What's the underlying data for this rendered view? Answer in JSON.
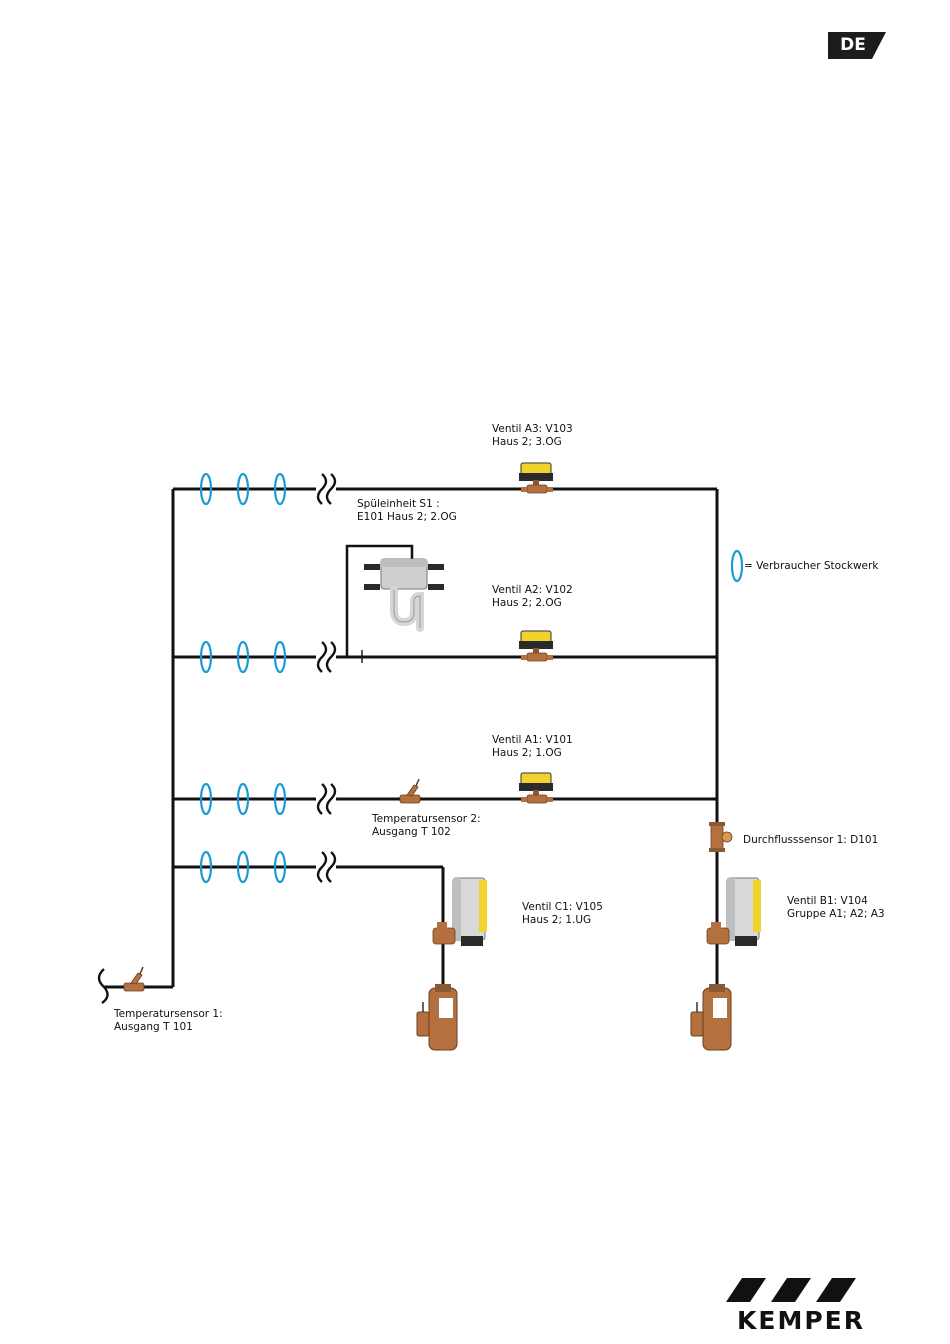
{
  "header": {
    "language_badge": "DE"
  },
  "legend": {
    "consumer_label": "= Verbraucher Stockwerk"
  },
  "components": {
    "ventil_a3": [
      "Ventil A3: V103",
      "Haus 2; 3.OG"
    ],
    "spueleinheit": [
      "Spüleinheit S1 :",
      "E101 Haus 2; 2.OG"
    ],
    "ventil_a2": [
      "Ventil A2: V102",
      "Haus 2; 2.OG"
    ],
    "ventil_a1": [
      "Ventil A1: V101",
      "Haus 2; 1.OG"
    ],
    "temp_sensor_2": [
      "Temperatursensor 2:",
      "Ausgang T 102"
    ],
    "flow_sensor": [
      "Durchflusssensor 1: D101"
    ],
    "ventil_c1": [
      "Ventil C1: V105",
      "Haus 2; 1.UG"
    ],
    "ventil_b1": [
      "Ventil B1: V104",
      "Gruppe A1; A2; A3"
    ],
    "temp_sensor_1": [
      "Temperatursensor 1:",
      "Ausgang T 101"
    ]
  },
  "footer": {
    "brand": "KEMPER"
  },
  "colors": {
    "pipe": "#111111",
    "consumer_ring": "#1a9bd7",
    "brass": "#b5703f",
    "actuator": "#f2d22c",
    "badge": "#1c1c1c"
  }
}
